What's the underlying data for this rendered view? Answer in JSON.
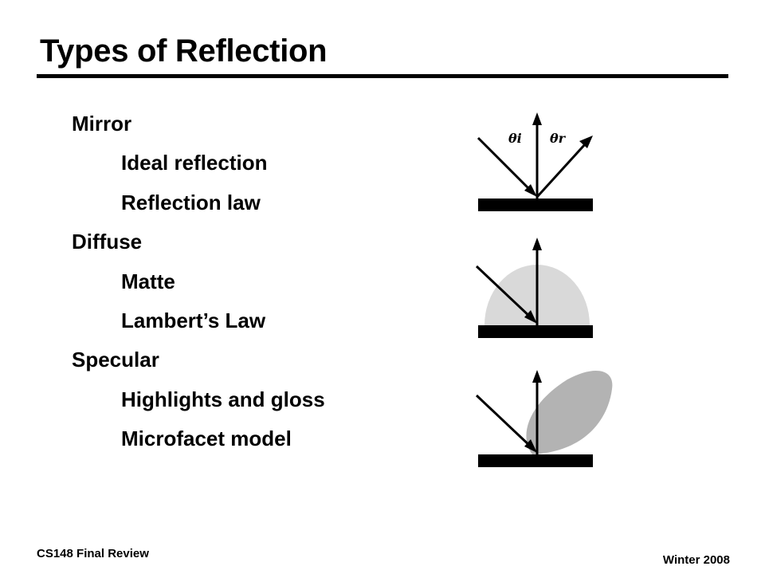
{
  "slide": {
    "title": "Types of Reflection"
  },
  "bullets": [
    {
      "level": 1,
      "text": "Mirror"
    },
    {
      "level": 2,
      "text": "Ideal reflection"
    },
    {
      "level": 2,
      "text": "Reflection law"
    },
    {
      "level": 1,
      "text": "Diffuse"
    },
    {
      "level": 2,
      "text": "Matte"
    },
    {
      "level": 2,
      "text": "Lambert’s Law"
    },
    {
      "level": 1,
      "text": "Specular"
    },
    {
      "level": 2,
      "text": "Highlights and gloss"
    },
    {
      "level": 2,
      "text": "Microfacet model"
    }
  ],
  "diagrams": {
    "mirror": {
      "incident_angle_label": "θi",
      "reflected_angle_label": "θr"
    },
    "colors": {
      "ink": "#000000",
      "lobe_light": "#d9d9d9",
      "lobe_dark": "#b3b3b3"
    }
  },
  "footer": {
    "left": "CS148 Final Review",
    "right": "Winter 2008"
  }
}
